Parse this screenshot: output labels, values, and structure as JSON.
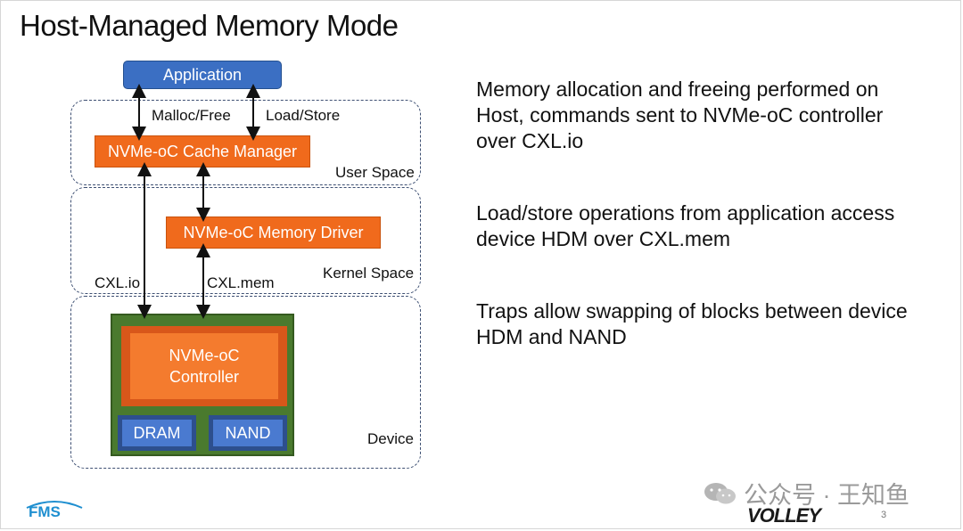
{
  "slide": {
    "title": "Host-Managed Memory Mode",
    "page_number": "3"
  },
  "diagram": {
    "application": "Application",
    "cache_manager": "NVMe-oC Cache Manager",
    "memory_driver": "NVMe-oC Memory Driver",
    "controller_line1": "NVMe-oC",
    "controller_line2": "Controller",
    "dram": "DRAM",
    "nand": "NAND",
    "regions": {
      "user_space": "User Space",
      "kernel_space": "Kernel Space",
      "device": "Device"
    },
    "arrows": {
      "malloc_free": "Malloc/Free",
      "load_store": "Load/Store",
      "cxl_io": "CXL.io",
      "cxl_mem": "CXL.mem"
    },
    "colors": {
      "orange": "#f06a1c",
      "blue": "#3b6fc3",
      "board_green": "#4a7a2e",
      "region_border": "#3d4f72"
    }
  },
  "bullets": [
    "Memory allocation and freeing performed on Host, commands sent to NVMe-oC controller over CXL.io",
    "Load/store operations from application access device HDM over CXL.mem",
    "Traps allow swapping of blocks between device HDM and NAND"
  ],
  "footer": {
    "left_logo": "FMS",
    "watermark": "公众号 · 王知鱼",
    "sponsor_logo": "VOLLEY"
  }
}
